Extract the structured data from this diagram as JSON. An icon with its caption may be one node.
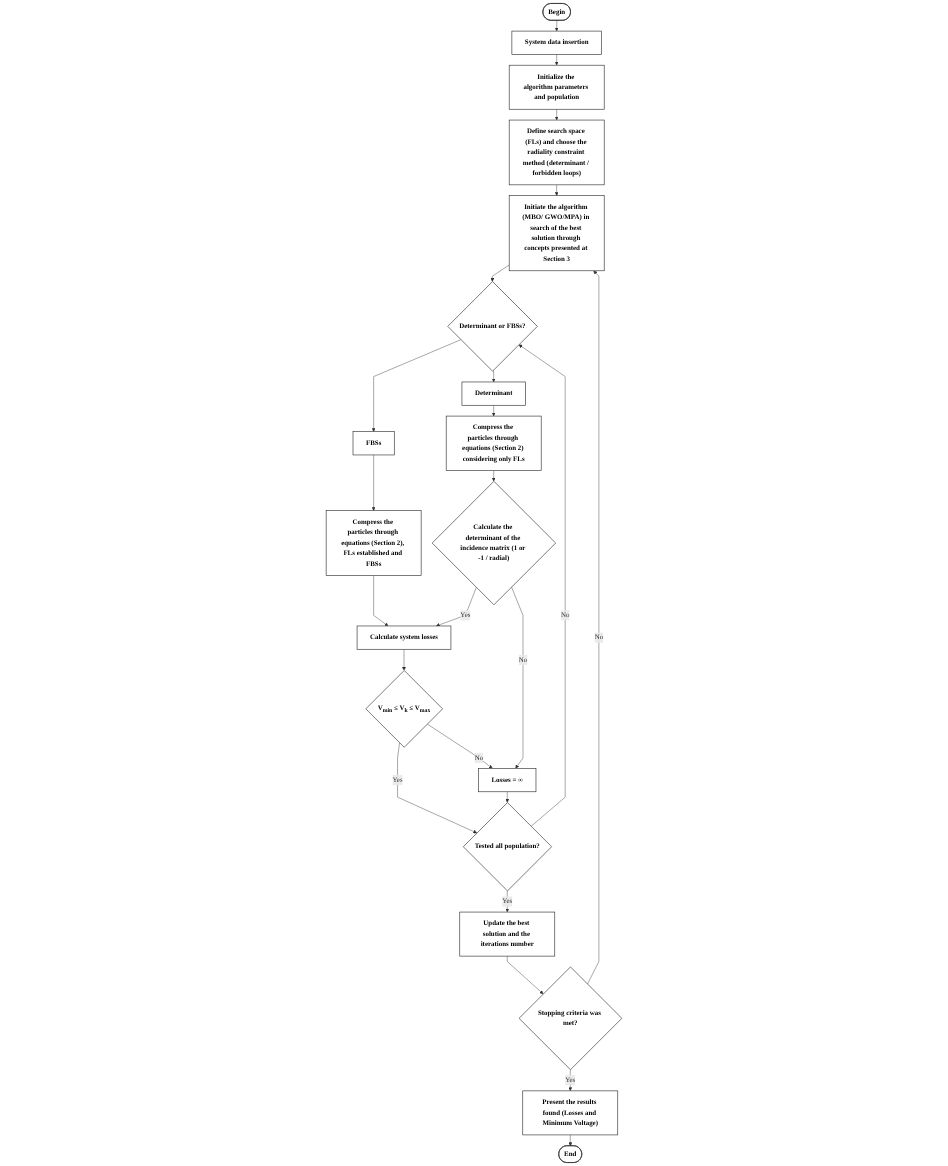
{
  "diagram": {
    "nodes": [
      {
        "text": [
          "Begin"
        ]
      },
      {
        "text": [
          "System data insertion"
        ]
      },
      {
        "text": [
          "Initialize the algorithm parameters and population"
        ]
      },
      {
        "text": [
          "Define search space (FLs) and choose the radiality constraint method (determinant / forbidden loops)"
        ]
      },
      {
        "text": [
          "Initiate the algorithm (MBO/ GWO/MPA) in search of the best solution through concepts presented at Section 3"
        ]
      },
      {
        "text": [
          "Determinant or FBSs?"
        ]
      },
      {
        "text": [
          "FBSs"
        ]
      },
      {
        "text": [
          "Compress the particles through equations (Section 2), FLs established and FBSs"
        ]
      },
      {
        "text": [
          "Determinant"
        ]
      },
      {
        "text": [
          "Compress the particles through equations (Section 2) considering only FLs"
        ]
      },
      {
        "text": [
          "Calculate the determinant of the incidence matrix (1 or -1 / radial)"
        ]
      },
      {
        "text": [
          "Calculate system losses"
        ]
      },
      {
        "text": [
          "V$_{min}$ ≤ V$_{k}$ ≤ V$_{max}$"
        ]
      },
      {
        "text": [
          "Losses = ∞"
        ]
      },
      {
        "text": [
          "Tested all population?"
        ]
      },
      {
        "text": [
          "Update the best solution and the iterations number"
        ]
      },
      {
        "text": [
          "Stopping criteria was met?"
        ]
      },
      {
        "text": [
          "Present the results found (Losses and Minimum Voltage)"
        ]
      },
      {
        "text": [
          "End"
        ]
      }
    ],
    "edges": [
      {
        "from": 0,
        "to": 1,
        "arrow": "to"
      },
      {
        "from": 1,
        "to": 2,
        "arrow": "to"
      },
      {
        "from": 2,
        "to": 3,
        "arrow": "to"
      },
      {
        "from": 3,
        "to": 4,
        "arrow": "to"
      },
      {
        "from": 4,
        "to": 5,
        "arrow": "to"
      },
      {
        "from": 5,
        "to": 6,
        "arrow": "to"
      },
      {
        "from": 5,
        "to": 8,
        "arrow": "to"
      },
      {
        "from": 6,
        "to": 7,
        "arrow": "to"
      },
      {
        "from": 7,
        "to": 11,
        "arrow": "to"
      },
      {
        "from": 8,
        "to": 9,
        "arrow": "to"
      },
      {
        "from": 9,
        "to": 10,
        "arrow": "to"
      },
      {
        "from": 10,
        "to": 11,
        "arrow": "to",
        "label": "Yes"
      },
      {
        "from": 10,
        "to": 13,
        "arrow": "to",
        "label": "No"
      },
      {
        "from": 11,
        "to": 12,
        "arrow": "to"
      },
      {
        "from": 12,
        "to": 14,
        "arrow": "to",
        "label": "Yes"
      },
      {
        "from": 12,
        "to": 13,
        "arrow": "to",
        "label": "No"
      },
      {
        "from": 13,
        "to": 14,
        "arrow": "to"
      },
      {
        "from": 14,
        "to": 5,
        "arrow": "to",
        "label": "No"
      },
      {
        "from": 14,
        "to": 15,
        "arrow": "to",
        "label": "Yes"
      },
      {
        "from": 15,
        "to": 16,
        "arrow": "to"
      },
      {
        "from": 16,
        "to": 4,
        "arrow": "to",
        "label": "No"
      },
      {
        "from": 16,
        "to": 17,
        "arrow": "to",
        "label": "Yes"
      },
      {
        "from": 17,
        "to": 18,
        "arrow": "to"
      }
    ]
  }
}
